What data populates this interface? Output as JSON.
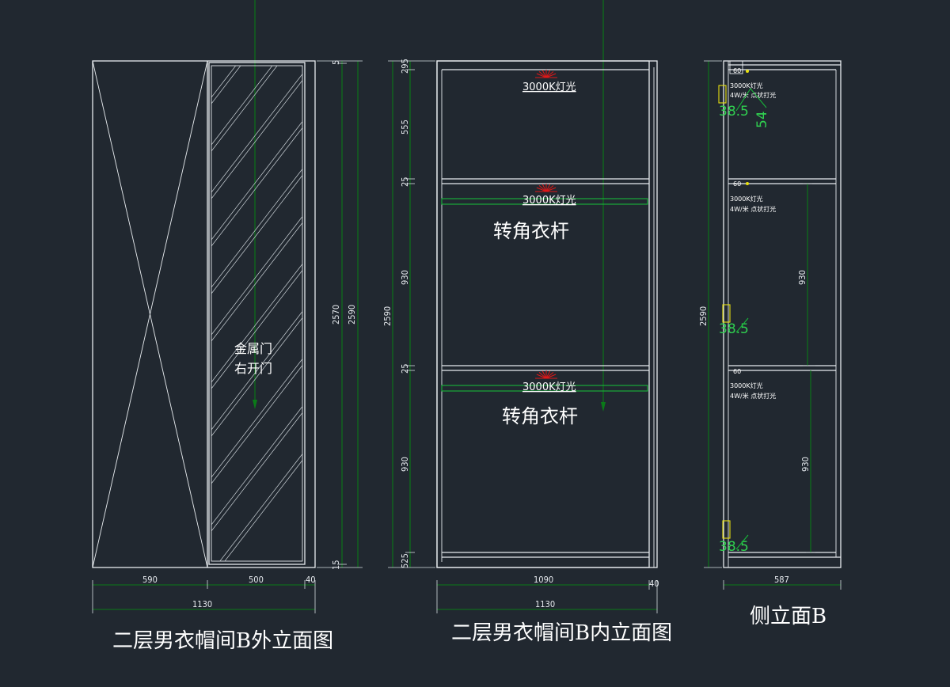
{
  "titles": {
    "outer": "二层男衣帽间B外立面图",
    "inner": "二层男衣帽间B内立面图",
    "side": "侧立面B"
  },
  "outer_view": {
    "door_label_1": "金属门",
    "door_label_2": "右开门",
    "dims_bottom": [
      "590",
      "500",
      "40"
    ],
    "dim_total": "1130",
    "dims_right": [
      "5",
      "2570",
      "2590",
      "15"
    ]
  },
  "inner_view": {
    "light_labels": [
      "3000K灯光",
      "3000K灯光",
      "3000K灯光"
    ],
    "rod_labels": [
      "转角衣杆",
      "转角衣杆"
    ],
    "dims_left": [
      "295",
      "555",
      "25",
      "930",
      "2590",
      "25",
      "930",
      "525"
    ],
    "dim_inner_width": "1090",
    "dim_side": "40",
    "dim_total": "1130"
  },
  "side_view": {
    "dims_left": [
      "2590"
    ],
    "dims_right": [
      "930",
      "930"
    ],
    "dim_bottom": "587",
    "small_labels": [
      "60",
      "60",
      "60"
    ],
    "notes": [
      {
        "line1": "3000K灯光",
        "line2": "4W/米 点状打光"
      },
      {
        "line1": "3000K灯光",
        "line2": "4W/米 点状打光"
      },
      {
        "line1": "3000K灯光",
        "line2": "4W/米 点状打光"
      }
    ],
    "green_labels": [
      "38.5",
      "54",
      "38.5",
      "38.5"
    ]
  },
  "colors": {
    "background": "#212830",
    "line": "#e8ecef",
    "dimension_green": "#0a7a18",
    "annotation_green": "#30d050",
    "marker_yellow": "#e8e010",
    "light_red": "#e01818"
  }
}
